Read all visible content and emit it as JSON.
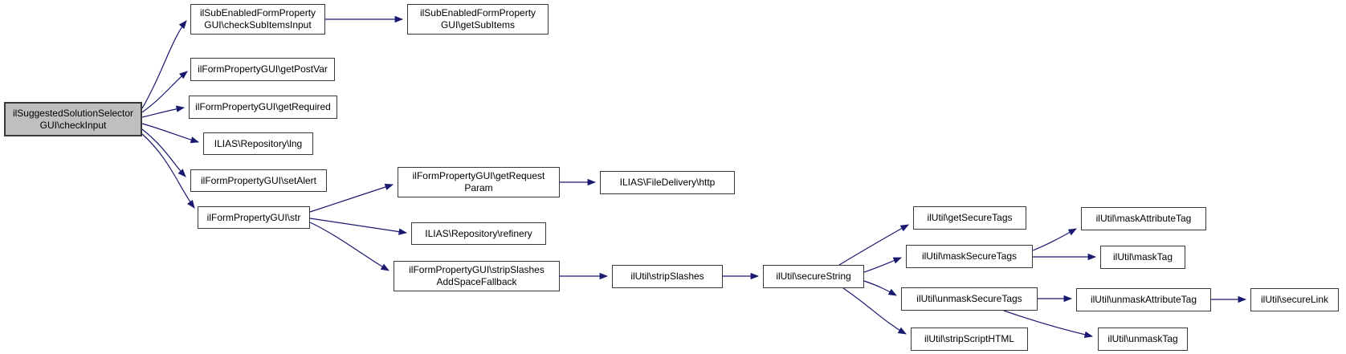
{
  "diagram": {
    "type": "call-graph",
    "colors": {
      "edge": "#191970",
      "node_border": "#383838",
      "node_fill": "#ffffff",
      "root_node_fill": "#bfbfbf",
      "text": "#000000",
      "background": "#ffffff"
    },
    "nodes": [
      {
        "id": "ilSuggestedSolutionSelectorGUI\\checkInput",
        "label": "ilSuggestedSolutionSelector\nGUI\\checkInput",
        "is_root": true
      },
      {
        "id": "ilSubEnabledFormPropertyGUI\\checkSubItemsInput",
        "label": "ilSubEnabledFormProperty\nGUI\\checkSubItemsInput"
      },
      {
        "id": "ilSubEnabledFormPropertyGUI\\getSubItems",
        "label": "ilSubEnabledFormProperty\nGUI\\getSubItems"
      },
      {
        "id": "ilFormPropertyGUI\\getPostVar",
        "label": "ilFormPropertyGUI\\getPostVar"
      },
      {
        "id": "ilFormPropertyGUI\\getRequired",
        "label": "ilFormPropertyGUI\\getRequired"
      },
      {
        "id": "ILIAS\\Repository\\lng",
        "label": "ILIAS\\Repository\\lng"
      },
      {
        "id": "ilFormPropertyGUI\\setAlert",
        "label": "ilFormPropertyGUI\\setAlert"
      },
      {
        "id": "ilFormPropertyGUI\\str",
        "label": "ilFormPropertyGUI\\str"
      },
      {
        "id": "ilFormPropertyGUI\\getRequestParam",
        "label": "ilFormPropertyGUI\\getRequest\nParam"
      },
      {
        "id": "ILIAS\\FileDelivery\\http",
        "label": "ILIAS\\FileDelivery\\http"
      },
      {
        "id": "ILIAS\\Repository\\refinery",
        "label": "ILIAS\\Repository\\refinery"
      },
      {
        "id": "ilFormPropertyGUI\\stripSlashesAddSpaceFallback",
        "label": "ilFormPropertyGUI\\stripSlashes\nAddSpaceFallback"
      },
      {
        "id": "ilUtil\\stripSlashes",
        "label": "ilUtil\\stripSlashes"
      },
      {
        "id": "ilUtil\\secureString",
        "label": "ilUtil\\secureString"
      },
      {
        "id": "ilUtil\\getSecureTags",
        "label": "ilUtil\\getSecureTags"
      },
      {
        "id": "ilUtil\\maskSecureTags",
        "label": "ilUtil\\maskSecureTags"
      },
      {
        "id": "ilUtil\\maskAttributeTag",
        "label": "ilUtil\\maskAttributeTag"
      },
      {
        "id": "ilUtil\\maskTag",
        "label": "ilUtil\\maskTag"
      },
      {
        "id": "ilUtil\\unmaskSecureTags",
        "label": "ilUtil\\unmaskSecureTags"
      },
      {
        "id": "ilUtil\\unmaskAttributeTag",
        "label": "ilUtil\\unmaskAttributeTag"
      },
      {
        "id": "ilUtil\\secureLink",
        "label": "ilUtil\\secureLink"
      },
      {
        "id": "ilUtil\\stripScriptHTML",
        "label": "ilUtil\\stripScriptHTML"
      },
      {
        "id": "ilUtil\\unmaskTag",
        "label": "ilUtil\\unmaskTag"
      }
    ],
    "edges": [
      {
        "from": "ilSuggestedSolutionSelectorGUI\\checkInput",
        "to": "ilSubEnabledFormPropertyGUI\\checkSubItemsInput"
      },
      {
        "from": "ilSubEnabledFormPropertyGUI\\checkSubItemsInput",
        "to": "ilSubEnabledFormPropertyGUI\\getSubItems"
      },
      {
        "from": "ilSuggestedSolutionSelectorGUI\\checkInput",
        "to": "ilFormPropertyGUI\\getPostVar"
      },
      {
        "from": "ilSuggestedSolutionSelectorGUI\\checkInput",
        "to": "ilFormPropertyGUI\\getRequired"
      },
      {
        "from": "ilSuggestedSolutionSelectorGUI\\checkInput",
        "to": "ILIAS\\Repository\\lng"
      },
      {
        "from": "ilSuggestedSolutionSelectorGUI\\checkInput",
        "to": "ilFormPropertyGUI\\setAlert"
      },
      {
        "from": "ilSuggestedSolutionSelectorGUI\\checkInput",
        "to": "ilFormPropertyGUI\\str"
      },
      {
        "from": "ilFormPropertyGUI\\str",
        "to": "ilFormPropertyGUI\\getRequestParam"
      },
      {
        "from": "ilFormPropertyGUI\\getRequestParam",
        "to": "ILIAS\\FileDelivery\\http"
      },
      {
        "from": "ilFormPropertyGUI\\str",
        "to": "ILIAS\\Repository\\refinery"
      },
      {
        "from": "ilFormPropertyGUI\\str",
        "to": "ilFormPropertyGUI\\stripSlashesAddSpaceFallback"
      },
      {
        "from": "ilFormPropertyGUI\\stripSlashesAddSpaceFallback",
        "to": "ilUtil\\stripSlashes"
      },
      {
        "from": "ilUtil\\stripSlashes",
        "to": "ilUtil\\secureString"
      },
      {
        "from": "ilUtil\\secureString",
        "to": "ilUtil\\getSecureTags"
      },
      {
        "from": "ilUtil\\secureString",
        "to": "ilUtil\\maskSecureTags"
      },
      {
        "from": "ilUtil\\secureString",
        "to": "ilUtil\\unmaskSecureTags"
      },
      {
        "from": "ilUtil\\secureString",
        "to": "ilUtil\\stripScriptHTML"
      },
      {
        "from": "ilUtil\\maskSecureTags",
        "to": "ilUtil\\maskAttributeTag"
      },
      {
        "from": "ilUtil\\maskSecureTags",
        "to": "ilUtil\\maskTag"
      },
      {
        "from": "ilUtil\\unmaskSecureTags",
        "to": "ilUtil\\unmaskAttributeTag"
      },
      {
        "from": "ilUtil\\unmaskSecureTags",
        "to": "ilUtil\\unmaskTag"
      },
      {
        "from": "ilUtil\\unmaskAttributeTag",
        "to": "ilUtil\\secureLink"
      }
    ]
  }
}
